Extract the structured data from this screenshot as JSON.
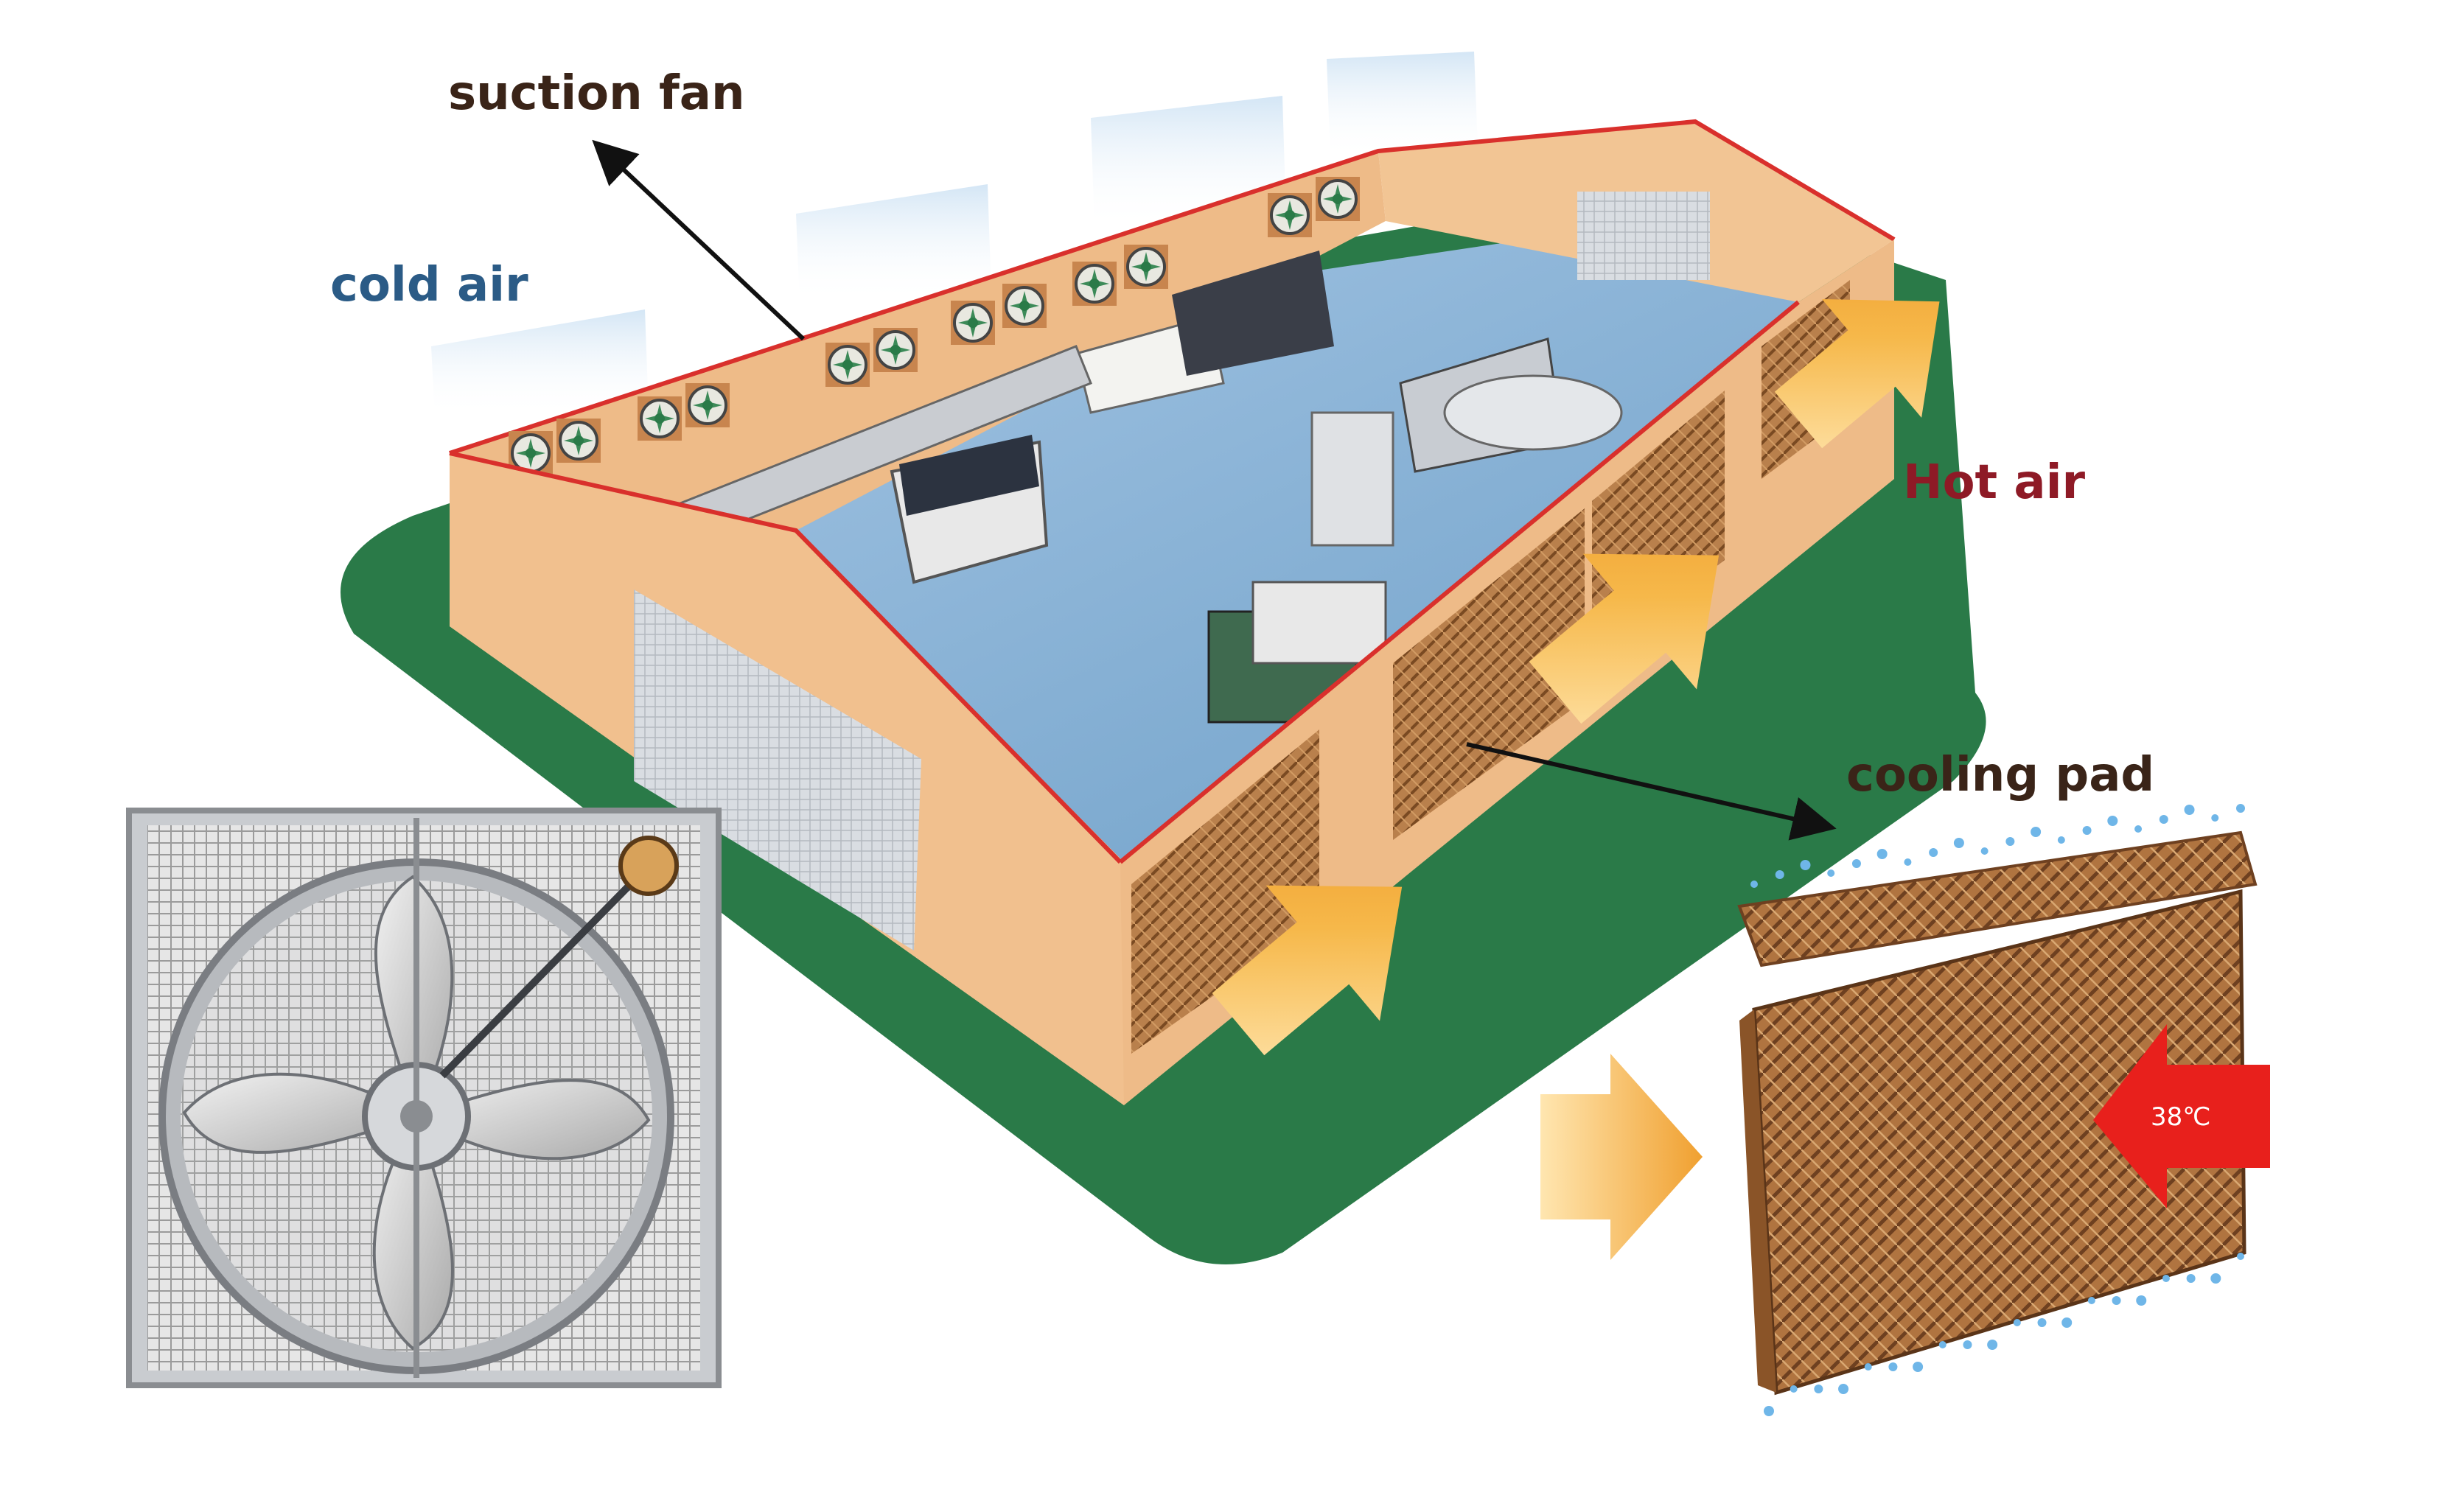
{
  "labels": {
    "suction_fan": "suction fan",
    "cold_air": "cold air",
    "hot_air": "Hot air",
    "cooling_pad": "cooling pad",
    "temperature": "38℃"
  },
  "colors": {
    "cold_air_text": "#2b5b86",
    "hot_air_text": "#8e1a26",
    "dark_label_text": "#3a2418",
    "ground": "#2a7a48",
    "wall": "#eebb88",
    "roof_line": "#d9302c",
    "floor": "#8fb8d8",
    "pad": "#a86d38",
    "arrow_orange": "#f0aa3c",
    "arrow_red": "#e8201c"
  }
}
